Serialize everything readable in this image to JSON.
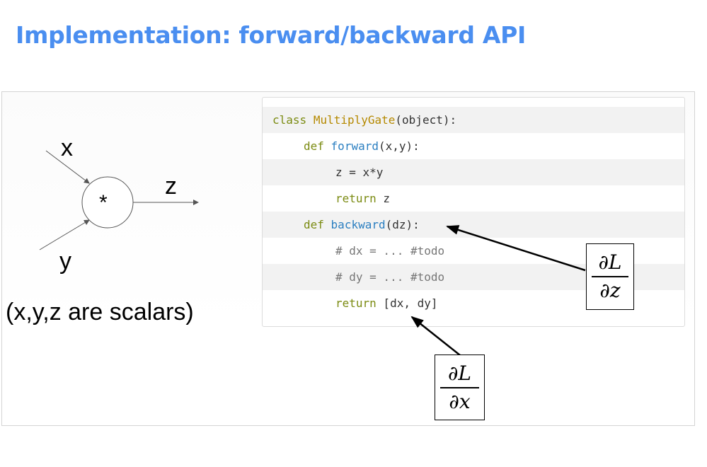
{
  "title": "Implementation: forward/backward API",
  "gate": {
    "input_x": "x",
    "input_y": "y",
    "output_z": "z",
    "operator": "*",
    "caption": "(x,y,z are scalars)"
  },
  "code": {
    "line1": {
      "kw": "class",
      "name": "MultiplyGate",
      "rest": "(object):"
    },
    "line2": {
      "kw": "def",
      "name": "forward",
      "rest": "(x,y):"
    },
    "line3": {
      "text": "z = x*y"
    },
    "line4": {
      "kw": "return",
      "rest": " z"
    },
    "line5": {
      "kw": "def",
      "name": "backward",
      "rest": "(dz):"
    },
    "line6": {
      "text": "# dx = ... #todo"
    },
    "line7": {
      "text": "# dy = ... #todo"
    },
    "line8": {
      "kw": "return",
      "rest": " [dx, dy]"
    }
  },
  "annotations": {
    "dL_dz": {
      "num": "∂L",
      "den": "∂z"
    },
    "dL_dx": {
      "num": "∂L",
      "den": "∂x"
    }
  },
  "colors": {
    "title": "#4a8ef0",
    "keyword": "#7b8b12",
    "class_name": "#b58900",
    "function_name": "#2b7fc1",
    "comment": "#777777",
    "shaded_row": "#f2f2f2"
  }
}
